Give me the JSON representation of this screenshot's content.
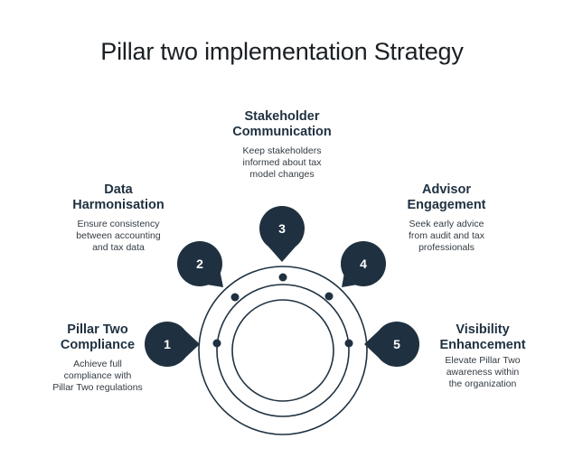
{
  "title": "Pillar two implementation Strategy",
  "colors": {
    "badge": "#1f3140",
    "ring": "#1f3140",
    "background": "#ffffff"
  },
  "steps": [
    {
      "number": "1",
      "heading_line1": "Pillar Two",
      "heading_line2": "Compliance",
      "desc_line1": "Achieve full",
      "desc_line2": "compliance with",
      "desc_line3": "Pillar Two regulations"
    },
    {
      "number": "2",
      "heading_line1": "Data",
      "heading_line2": "Harmonisation",
      "desc_line1": "Ensure consistency",
      "desc_line2": "between accounting",
      "desc_line3": "and tax data"
    },
    {
      "number": "3",
      "heading_line1": "Stakeholder",
      "heading_line2": "Communication",
      "desc_line1": "Keep stakeholders",
      "desc_line2": "informed about tax",
      "desc_line3": "model changes"
    },
    {
      "number": "4",
      "heading_line1": "Advisor",
      "heading_line2": "Engagement",
      "desc_line1": "Seek early advice",
      "desc_line2": "from audit and tax",
      "desc_line3": "professionals"
    },
    {
      "number": "5",
      "heading_line1": "Visibility",
      "heading_line2": "Enhancement",
      "desc_line1": "Elevate Pillar Two",
      "desc_line2": "awareness within",
      "desc_line3": "the organization"
    }
  ]
}
